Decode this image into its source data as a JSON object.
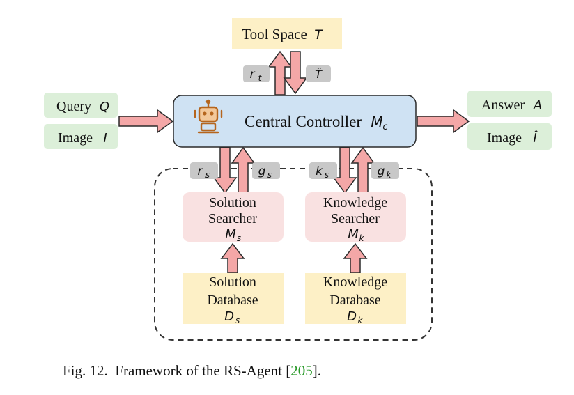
{
  "tool_space": {
    "label": "Tool Space",
    "var": "T"
  },
  "controller": {
    "label": "Central Controller",
    "var": "M",
    "sub": "c"
  },
  "inputs": {
    "query": {
      "label": "Query",
      "var": "Q"
    },
    "image": {
      "label": "Image",
      "var": "I"
    }
  },
  "outputs": {
    "answer": {
      "label": "Answer",
      "var": "A"
    },
    "image": {
      "label": "Image",
      "var": "Î"
    }
  },
  "tool_labels": {
    "rt": {
      "main": "r",
      "sub": "t"
    },
    "t_hat": {
      "main": "T̂"
    }
  },
  "solution_labels": {
    "rs": {
      "main": "r",
      "sub": "s"
    },
    "gs": {
      "main": "g",
      "sub": "s"
    }
  },
  "knowledge_labels": {
    "ks": {
      "main": "k",
      "sub": "s"
    },
    "gk": {
      "main": "g",
      "sub": "k"
    }
  },
  "solution_searcher": {
    "line1": "Solution",
    "line2": "Searcher",
    "var": "M",
    "sub": "s"
  },
  "knowledge_searcher": {
    "line1": "Knowledge",
    "line2": "Searcher",
    "var": "M",
    "sub": "k"
  },
  "solution_database": {
    "line1": "Solution",
    "line2": "Database",
    "var": "D",
    "sub": "s"
  },
  "knowledge_database": {
    "line1": "Knowledge",
    "line2": "Database",
    "var": "D",
    "sub": "k"
  },
  "caption": {
    "prefix": "Fig. 12.",
    "text": "Framework of the RS-Agent [",
    "ref": "205",
    "suffix": "]."
  },
  "colors": {
    "arrow_fill": "#f4a7a7",
    "arrow_stroke": "#2b2b2b",
    "yellow_box": "#fdf0c6",
    "green_box": "#dcefd9",
    "pink_box": "#f9e1e1",
    "blue_box": "#cfe2f3",
    "gray_tag": "#c8c8c8"
  }
}
